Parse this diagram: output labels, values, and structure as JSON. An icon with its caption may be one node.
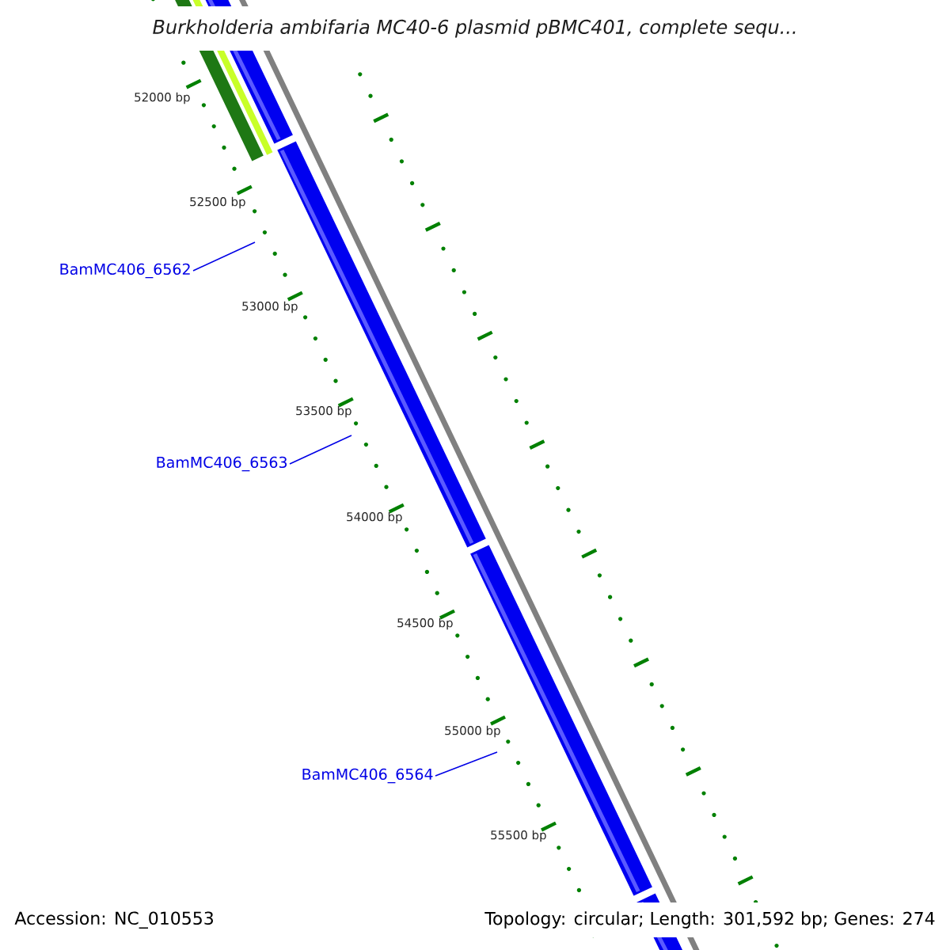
{
  "diagram": {
    "title": "Burkholderia ambifaria MC40-6 plasmid pBMC401, complete sequ...",
    "nodes": [
      {
        "text": [
          "BamMC406_6562"
        ]
      },
      {
        "text": [
          "BamMC406_6563"
        ]
      },
      {
        "text": [
          "BamMC406_6564"
        ]
      }
    ],
    "edges": [
      {
        "from": 0,
        "to": null,
        "arrow": "none"
      },
      {
        "from": 1,
        "to": null,
        "arrow": "none"
      },
      {
        "from": 2,
        "to": null,
        "arrow": "none"
      }
    ],
    "labels": [
      "52000 bp",
      "52500 bp",
      "53000 bp",
      "53500 bp",
      "54000 bp",
      "54500 bp",
      "55000 bp",
      "55500 bp",
      "Accession: NC_010553",
      "Topology: circular; Length: 301,592 bp; Genes: 274"
    ]
  }
}
